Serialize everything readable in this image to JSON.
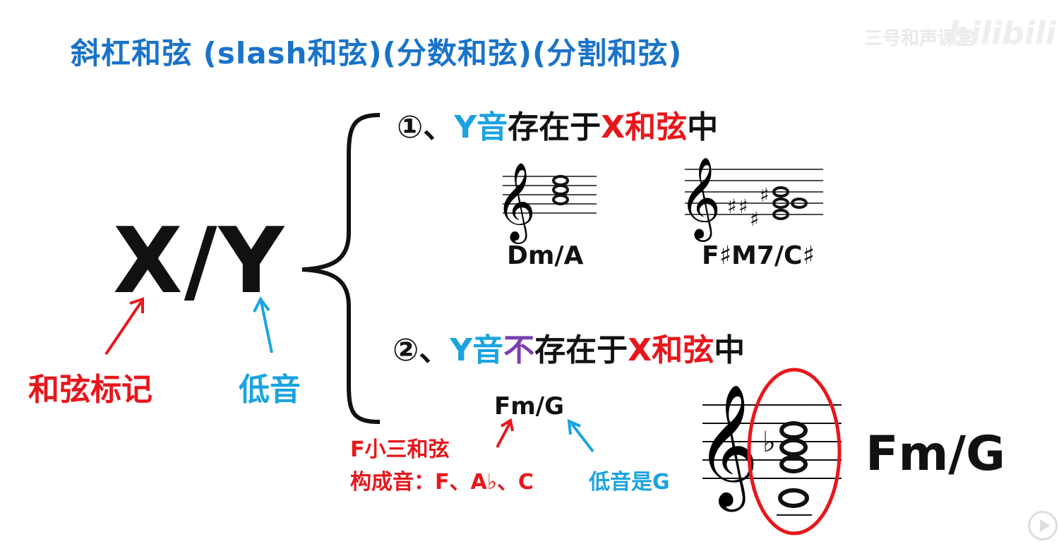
{
  "title": "斜杠和弦 (slash和弦)(分数和弦)(分割和弦)",
  "watermark": {
    "text": "三号和声课堂",
    "logo": "bilibili"
  },
  "formula": "X/Y",
  "labels": {
    "chord_symbol": "和弦标记",
    "bass": "低音"
  },
  "rule1": {
    "prefix": "①、",
    "y_part": "Y音",
    "mid": "存在于",
    "x_part": "X和弦",
    "suffix": "中"
  },
  "rule2": {
    "prefix": "②、",
    "y_part": "Y音",
    "neg": "不",
    "mid": "存在于",
    "x_part": "X和弦",
    "suffix": "中"
  },
  "examples": {
    "ex1": "Dm/A",
    "ex2": "F♯M7/C♯"
  },
  "example3": {
    "chord": "Fm/G",
    "triad_label": "F小三和弦",
    "tones_label": "构成音：F、A♭、C",
    "bass_label": "低音是G",
    "big_chord": "Fm/G"
  },
  "colors": {
    "title": "#1a73c8",
    "x_chord": "#e8161b",
    "y_bass": "#1aa3e0",
    "negation": "#7b3fb0"
  },
  "icons": [
    "treble-clef-icon",
    "bracket-icon",
    "arrow-icon",
    "play-icon"
  ]
}
